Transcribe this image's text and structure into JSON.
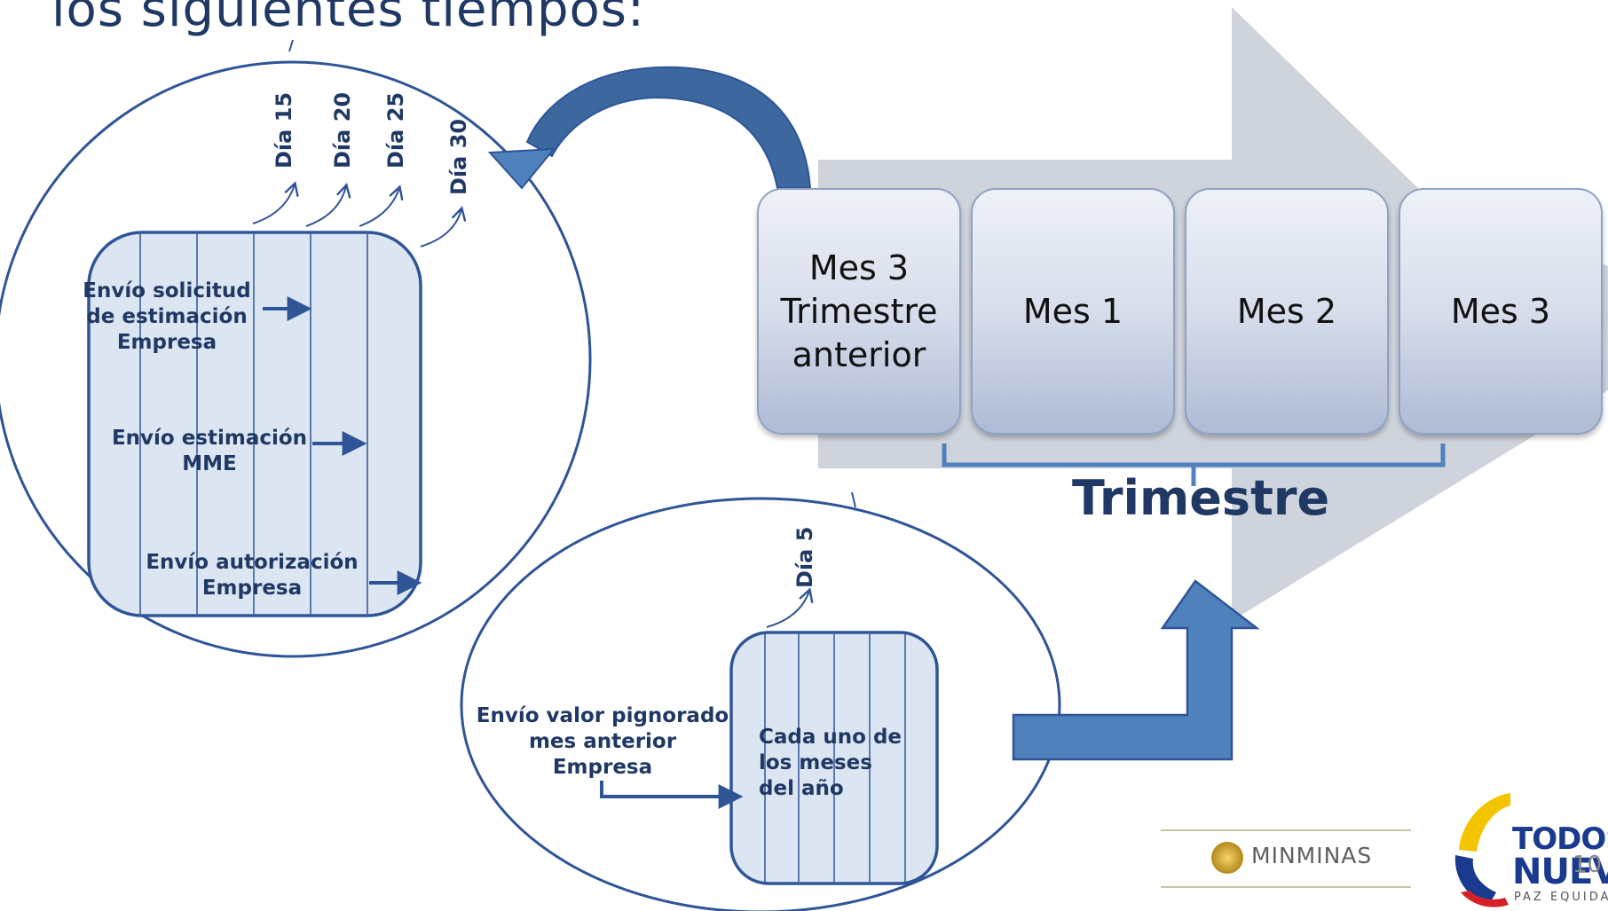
{
  "heading": "los siguientes tiempos:",
  "top_cycle": {
    "days": [
      "Día 15",
      "Día 20",
      "Día 25",
      "Día 30"
    ],
    "labels": {
      "solicitud": [
        "Envío solicitud",
        "de estimación",
        "Empresa"
      ],
      "estimacion": [
        "Envío estimación",
        "MME"
      ],
      "autorizacion": [
        "Envío autorización",
        "Empresa"
      ]
    }
  },
  "bottom_cycle": {
    "day": "Día 5",
    "label_pignorado": [
      "Envío valor pignorado",
      "mes anterior",
      "Empresa"
    ],
    "label_meses": [
      "Cada uno de",
      "los meses",
      "del año"
    ]
  },
  "months": [
    [
      "Mes 3",
      "Trimestre",
      "anterior"
    ],
    [
      "Mes 1"
    ],
    [
      "Mes 2"
    ],
    [
      "Mes 3"
    ]
  ],
  "trimestre_label": "Trimestre",
  "logos": {
    "minminas": "MINMINAS",
    "todos_line1": "TODOS P",
    "todos_line2": "NUEVO",
    "todos_line3": "PAZ  EQUIDAD"
  },
  "page_number": "10",
  "colors": {
    "dark_blue": "#1f3864",
    "outline_blue": "#2f5597",
    "arrow_blue": "#4f81bd",
    "panel_fill": "#dce6f2",
    "big_arrow_gray": "#cfd3dc"
  }
}
